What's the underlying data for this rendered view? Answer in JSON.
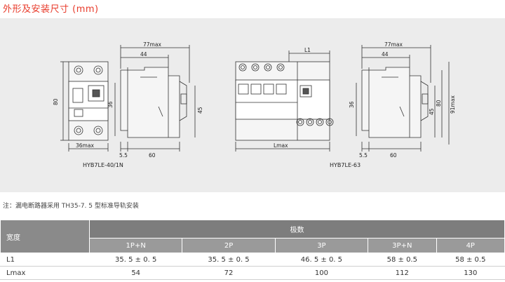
{
  "title": "外形及安装尺寸 (mm)",
  "drawing": {
    "model_left": "HYB7LE-40/1N",
    "model_right": "HYB7LE-63",
    "dim_labels": {
      "w77_left": "77max",
      "w44_left": "44",
      "h80_left": "80",
      "h36_left": "36",
      "h45_left": "45",
      "w36max": "36max",
      "w5_5_left": "5.5",
      "w60_left": "60",
      "L1": "L1",
      "Lmax": "Lmax",
      "w77_right": "77max",
      "w44_right": "44",
      "h36_right": "36",
      "h45_right": "45",
      "h80_right": "80",
      "h91max": "91max",
      "w5_5_right": "5.5",
      "w60_right": "60"
    }
  },
  "note": "注：漏电断路器采用 TH35-7. 5 型标准导轨安装",
  "table": {
    "width_label": "宽度",
    "poles_label": "极数",
    "columns": [
      "1P+N",
      "2P",
      "3P",
      "3P+N",
      "4P"
    ],
    "rows": [
      {
        "label": "L1",
        "values": [
          "35. 5 ± 0. 5",
          "35. 5 ± 0. 5",
          "46. 5 ± 0. 5",
          "58 ± 0.5",
          "58 ± 0.5"
        ]
      },
      {
        "label": "Lmax",
        "values": [
          "54",
          "72",
          "100",
          "112",
          "130"
        ]
      }
    ]
  }
}
